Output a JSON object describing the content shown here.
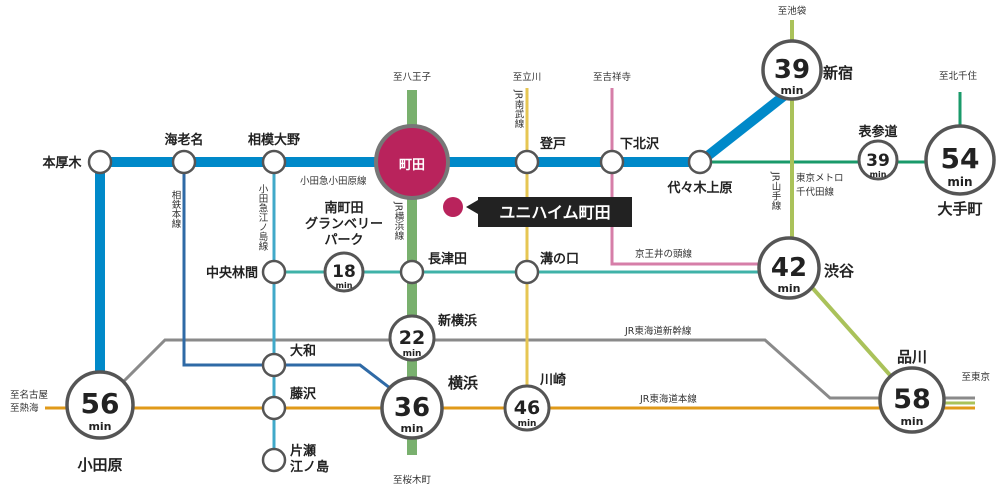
{
  "colors": {
    "odakyu": "#0089c9",
    "jr_yokohama": "#79b06e",
    "nambu": "#e6c653",
    "inokashira": "#d67ea8",
    "denentoshi": "#3fb2a8",
    "sotetsu": "#2f6aa6",
    "enoshima": "#40a9c9",
    "tokaido": "#e09a1a",
    "shinkansen": "#8a8a8a",
    "yamanote": "#aac25a",
    "chiyoda": "#1a9a6a",
    "machida": "#b9235c",
    "property": "#222222"
  },
  "stations": {
    "machida": "町田",
    "hon_atsugi": "本厚木",
    "ebina": "海老名",
    "sagami_ono": "相模大野",
    "noborito": "登戸",
    "shimokitazawa": "下北沢",
    "yoyogi_uehara": "代々木上原",
    "shinjuku": "新宿",
    "omotesando": "表参道",
    "otemachi": "大手町",
    "chuo_rinkan": "中央林間",
    "minami_machida_1": "南町田",
    "minami_machida_2": "グランベリー",
    "minami_machida_3": "パーク",
    "nagatsuta": "長津田",
    "mizonokuchi": "溝の口",
    "shibuya": "渋谷",
    "shin_yokohama": "新横浜",
    "yamato": "大和",
    "fujisawa": "藤沢",
    "katase_1": "片瀬",
    "katase_2": "江ノ島",
    "yokohama": "横浜",
    "kawasaki": "川崎",
    "shinagawa": "品川",
    "odawara": "小田原"
  },
  "lines": {
    "odakyu_odawara": "小田急小田原線",
    "sotetsu": "相鉄本線",
    "enoshima": "小田急江ノ島線",
    "jr_yokohama": "JR横浜線",
    "jr_nambu": "JR南武線",
    "inokashira": "京王井の頭線",
    "chiyoda_1": "東京メトロ",
    "chiyoda_2": "千代田線",
    "yamanote": "JR山手線",
    "shinkansen": "JR東海道新幹線",
    "tokaido": "JR東海道本線"
  },
  "directions": {
    "hachioji": "至八王子",
    "tachikawa": "至立川",
    "kichijoji": "至吉祥寺",
    "ikebukuro": "至池袋",
    "kitasenju": "至北千住",
    "tokyo": "至東京",
    "sakuragicho": "至桜木町",
    "nagoya": "至名古屋",
    "atami": "至熱海"
  },
  "times": {
    "shinjuku": "39",
    "omotesando": "39",
    "otemachi": "54",
    "minami_machida": "18",
    "shibuya": "42",
    "shin_yokohama": "22",
    "yokohama": "36",
    "kawasaki": "46",
    "shinagawa": "58",
    "odawara": "56",
    "unit": "min"
  },
  "property": {
    "name": "ユニハイム町田"
  }
}
